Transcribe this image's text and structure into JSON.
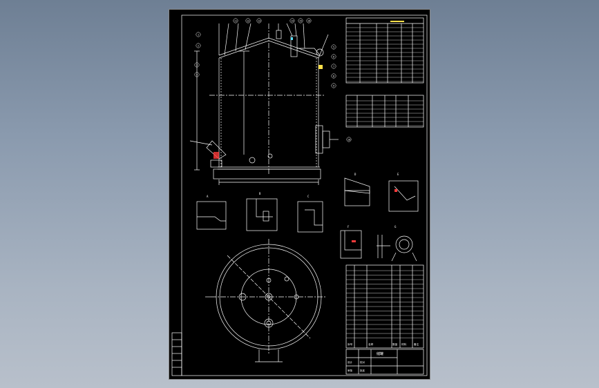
{
  "colors": {
    "background": "#7f8ea2",
    "sheet": "#000000",
    "line": "#ffffff",
    "accent_red": "#ff3b3b",
    "accent_yellow": "#ffe14a",
    "accent_cyan": "#59e0ff"
  },
  "title_block": {
    "drawing_title": "储罐",
    "row_labels": [
      "设计",
      "校对",
      "审核",
      "批准"
    ]
  },
  "parts_table": {
    "headers": [
      "序号",
      "名称",
      "数量",
      "材料",
      "备注"
    ]
  },
  "balloons": [
    "1",
    "2",
    "3",
    "4",
    "5",
    "6",
    "7",
    "8",
    "9",
    "10",
    "11",
    "12",
    "13",
    "14",
    "15",
    "16"
  ],
  "section_labels": {
    "detail_a": "A",
    "detail_b": "B",
    "detail_c": "C",
    "detail_d": "D",
    "detail_e": "E",
    "detail_f": "F",
    "detail_g": "G"
  }
}
